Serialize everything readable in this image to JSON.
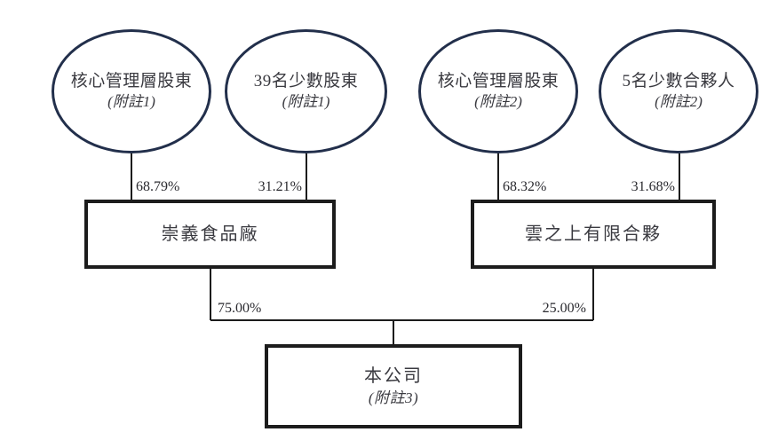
{
  "diagram": {
    "type": "shareholding-structure-chart",
    "shareholders": [
      {
        "id": "core-management-1",
        "title": "核心管理層股東",
        "note": "(附註1)",
        "stake": "68.79%"
      },
      {
        "id": "minority-shareholders-39",
        "title": "39名少數股東",
        "note": "(附註1)",
        "stake": "31.21%"
      },
      {
        "id": "core-management-2",
        "title": "核心管理層股東",
        "note": "(附註2)",
        "stake": "68.32%"
      },
      {
        "id": "minority-partners-5",
        "title": "5名少數合夥人",
        "note": "(附註2)",
        "stake": "31.68%"
      }
    ],
    "intermediates": [
      {
        "id": "chongyi-food-factory",
        "title": "崇義食品廠",
        "stake_in_company": "75.00%"
      },
      {
        "id": "yunzhishang-partnership",
        "title": "雲之上有限合夥",
        "stake_in_company": "25.00%"
      }
    ],
    "company": {
      "id": "the-company",
      "title": "本公司",
      "note": "(附註3)"
    },
    "colors": {
      "ellipse_stroke": "#222f4b",
      "box_stroke": "#1c1c1c",
      "connector": "#1c1c1c",
      "text": "#3a3a40",
      "background": "#ffffff"
    }
  }
}
